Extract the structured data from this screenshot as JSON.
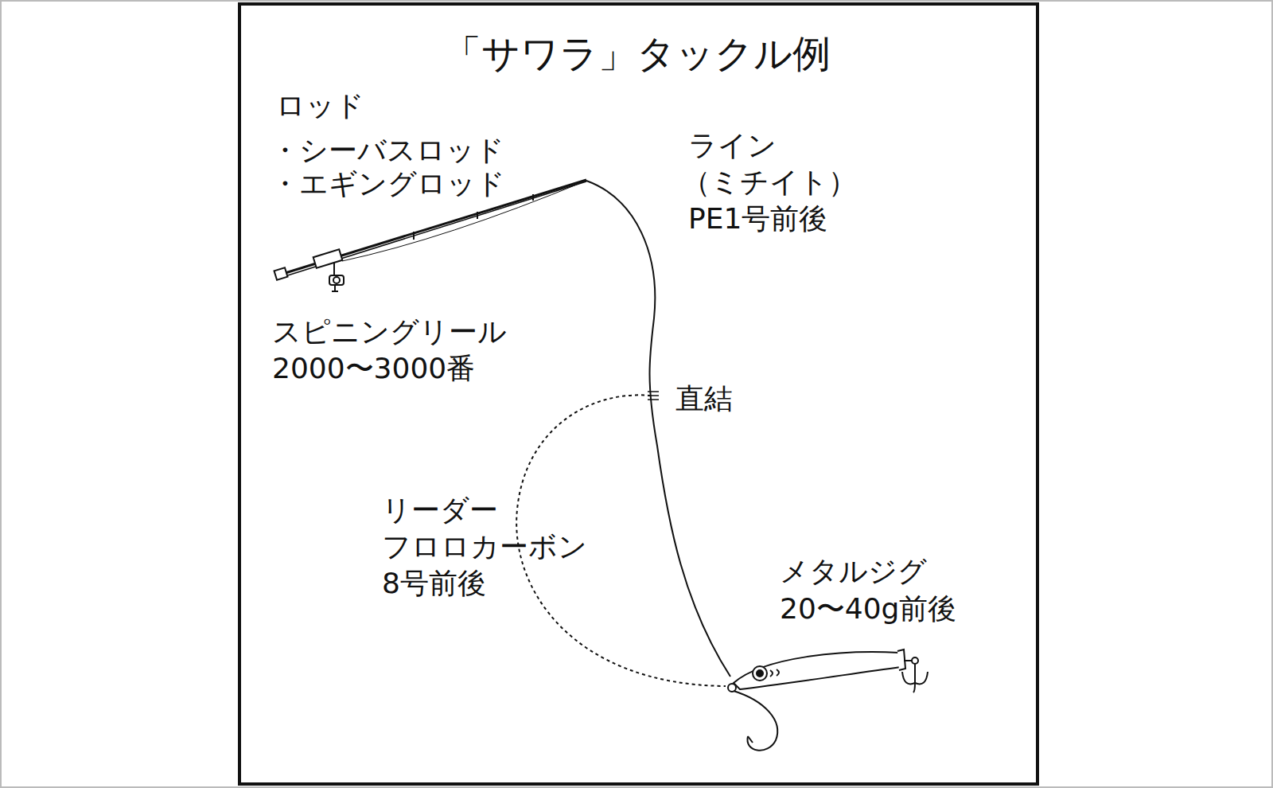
{
  "diagram": {
    "title": "「サワラ」タックル例",
    "labels": [
      "ロッド",
      "・シーバスロッド",
      "・エギングロッド",
      "ライン",
      "（ミチイト）",
      "PE1号前後",
      "スピニングリール",
      "2000〜3000番",
      "直結",
      "リーダー",
      "フロロカーボン",
      "8号前後",
      "メタルジグ",
      "20〜40g前後"
    ]
  }
}
